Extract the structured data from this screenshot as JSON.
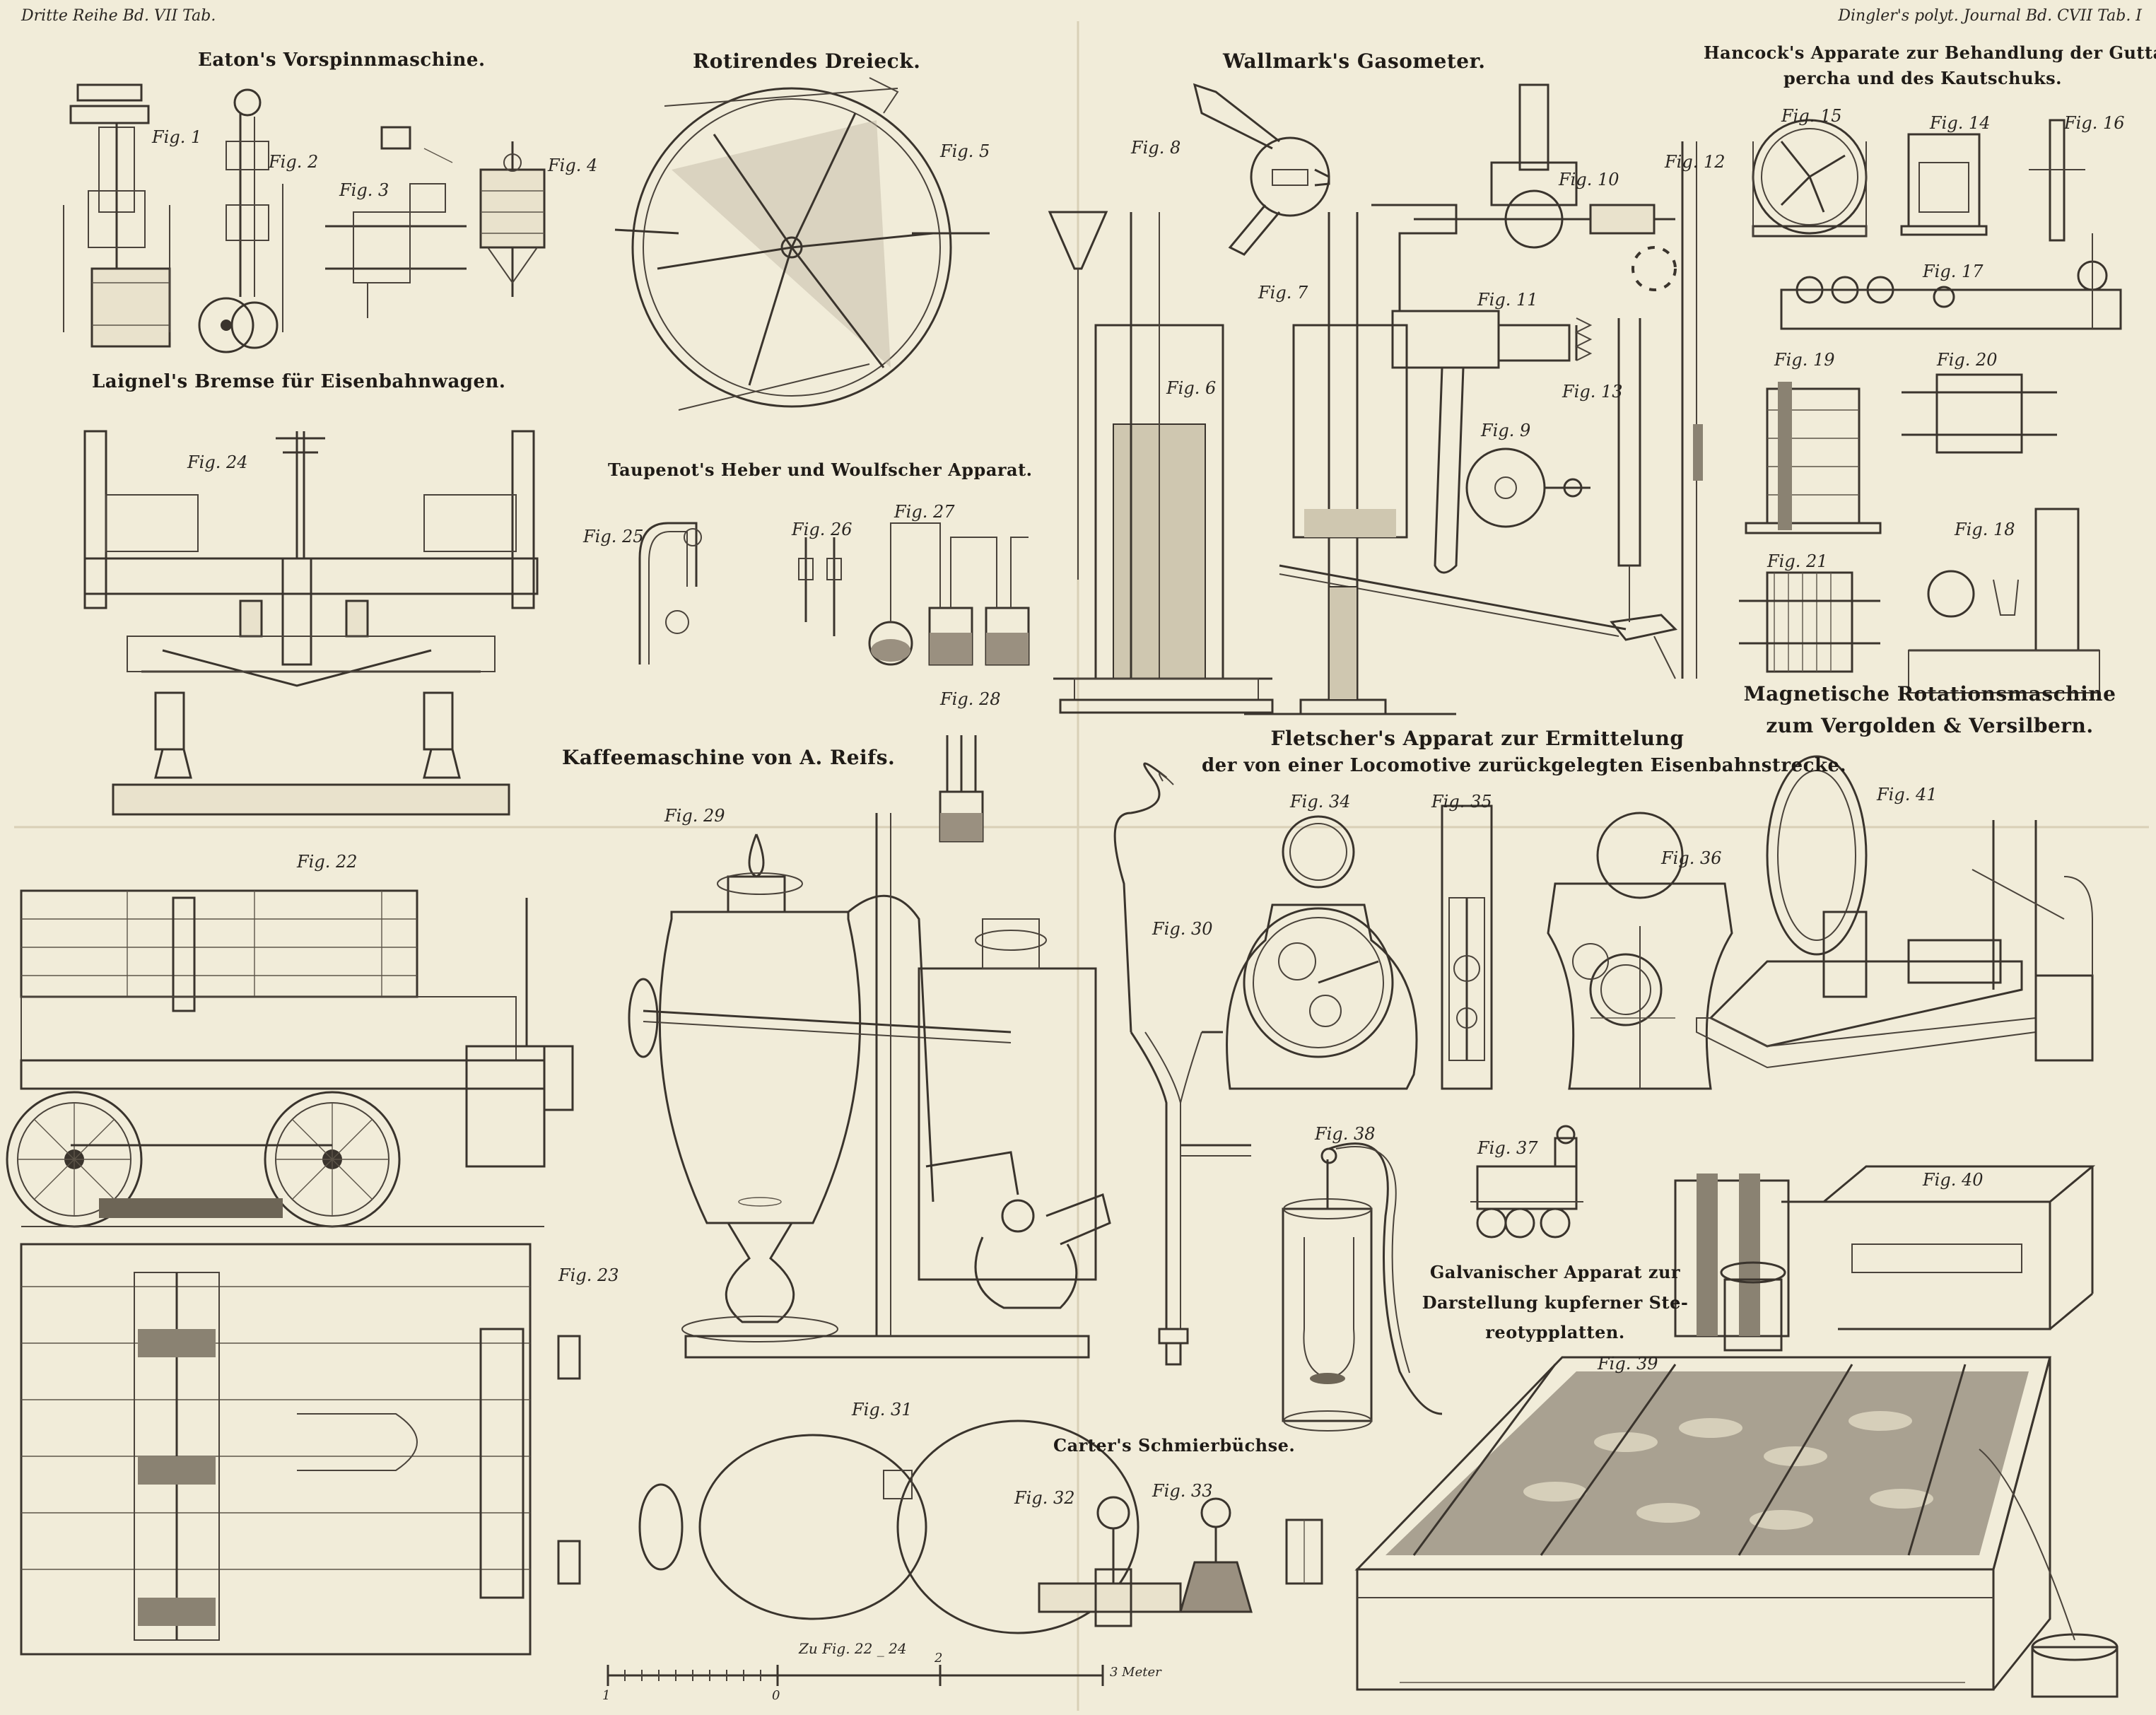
{
  "header": {
    "left": "Dritte Reihe Bd. VII Tab.",
    "right": "Dingler's polyt. Journal Bd. CVII Tab. I"
  },
  "captions": {
    "eaton": "Eaton's Vorspinnmaschine.",
    "dreieck": "Rotirendes Dreieck.",
    "wallmark": "Wallmark's Gasometer.",
    "hancock_1": "Hancock's Apparate zur Behandlung der Gutta-",
    "hancock_2": "percha und des Kautschuks.",
    "laignel": "Laignel's Bremse für Eisenbahnwagen.",
    "taupenot": "Taupenot's Heber und Woulfscher Apparat.",
    "magnetische_1": "Magnetische Rotationsmaschine",
    "magnetische_2": "zum Vergolden & Versilbern.",
    "fletscher_1": "Fletscher's Apparat zur Ermittelung",
    "fletscher_2": "der von einer Locomotive zurückgelegten Eisenbahnstrecke.",
    "kaffee": "Kaffeemaschine von A. Reifs.",
    "galvanisch_1": "Galvanischer Apparat zur",
    "galvanisch_2": "Darstellung kupferner Ste-",
    "galvanisch_3": "reotypplatten.",
    "carter": "Carter's Schmierbüchse."
  },
  "figures": {
    "f1": "Fig. 1",
    "f2": "Fig. 2",
    "f3": "Fig. 3",
    "f4": "Fig. 4",
    "f5": "Fig. 5",
    "f6": "Fig. 6",
    "f7": "Fig. 7",
    "f8": "Fig. 8",
    "f9": "Fig. 9",
    "f10": "Fig. 10",
    "f11": "Fig. 11",
    "f12": "Fig. 12",
    "f13": "Fig. 13",
    "f14": "Fig. 14",
    "f15": "Fig. 15",
    "f16": "Fig. 16",
    "f17": "Fig. 17",
    "f18": "Fig. 18",
    "f19": "Fig. 19",
    "f20": "Fig. 20",
    "f21": "Fig. 21",
    "f22": "Fig. 22",
    "f23": "Fig. 23",
    "f24": "Fig. 24",
    "f25": "Fig. 25",
    "f26": "Fig. 26",
    "f27": "Fig. 27",
    "f28": "Fig. 28",
    "f29": "Fig. 29",
    "f30": "Fig. 30",
    "f31": "Fig. 31",
    "f32": "Fig. 32",
    "f33": "Fig. 33",
    "f34": "Fig. 34",
    "f35": "Fig. 35",
    "f36": "Fig. 36",
    "f37": "Fig. 37",
    "f38": "Fig. 38",
    "f39": "Fig. 39",
    "f40": "Fig. 40",
    "f41": "Fig. 41"
  },
  "scale": {
    "label": "Zu Fig. 22 _ 24",
    "tick_0": "0",
    "tick_1": "1",
    "tick_2": "2",
    "end": "3 Meter"
  }
}
